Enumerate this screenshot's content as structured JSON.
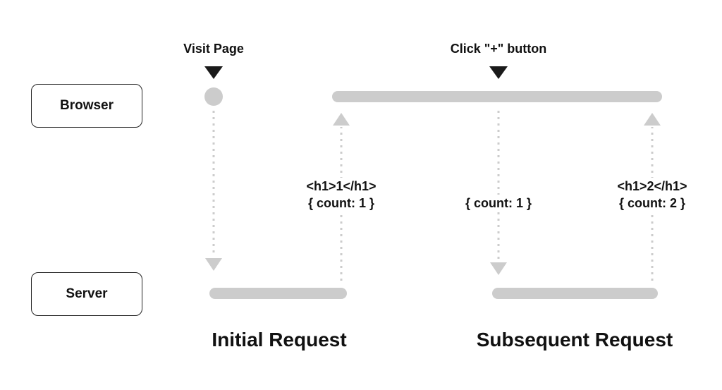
{
  "lanes": {
    "browser": "Browser",
    "server": "Server"
  },
  "triggers": {
    "visit": "Visit Page",
    "click": "Click \"+\" button"
  },
  "messages": {
    "initial_response_html": "<h1>1</h1>",
    "initial_response_state": "{ count: 1 }",
    "subsequent_request_state": "{ count: 1 }",
    "subsequent_response_html": "<h1>2</h1>",
    "subsequent_response_state": "{ count: 2 }"
  },
  "sections": {
    "initial": "Initial Request",
    "subsequent": "Subsequent Request"
  },
  "colors": {
    "track": "#cccccc",
    "marker": "#1a1a1a",
    "border": "#222222"
  }
}
